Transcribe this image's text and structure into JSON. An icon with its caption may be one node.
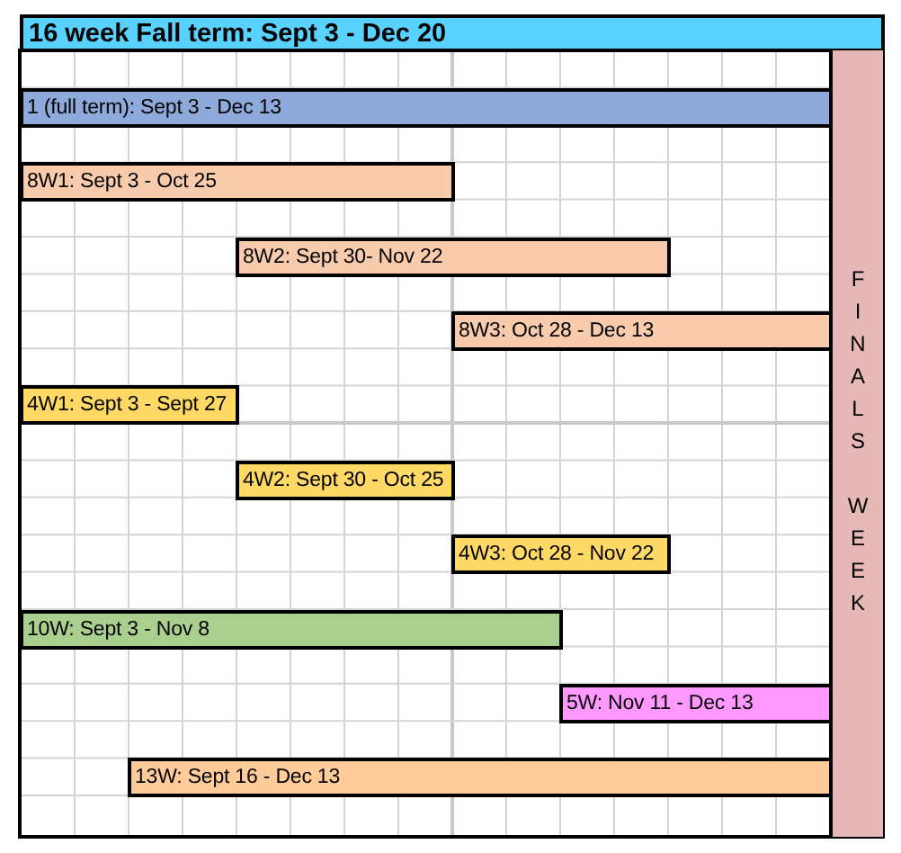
{
  "diagram": {
    "title": "16 week Fall term: Sept 3 - Dec 20",
    "nodes": [
      {
        "text": [
          "1 (full term): Sept 3 - Dec 13"
        ]
      },
      {
        "text": [
          "8W1: Sept 3 - Oct 25"
        ]
      },
      {
        "text": [
          "8W2: Sept 30- Nov 22"
        ]
      },
      {
        "text": [
          "8W3: Oct 28 - Dec 13"
        ]
      },
      {
        "text": [
          "4W1: Sept 3 - Sept 27"
        ]
      },
      {
        "text": [
          "4W2: Sept 30 - Oct 25"
        ]
      },
      {
        "text": [
          "4W3: Oct 28 - Nov 22"
        ]
      },
      {
        "text": [
          "10W: Sept 3 - Nov 8"
        ]
      },
      {
        "text": [
          "5W: Nov 11 - Dec 13"
        ]
      },
      {
        "text": [
          "13W: Sept 16 - Dec 13"
        ]
      },
      {
        "text": [
          "FINALS WEEK"
        ]
      }
    ],
    "edges": []
  }
}
